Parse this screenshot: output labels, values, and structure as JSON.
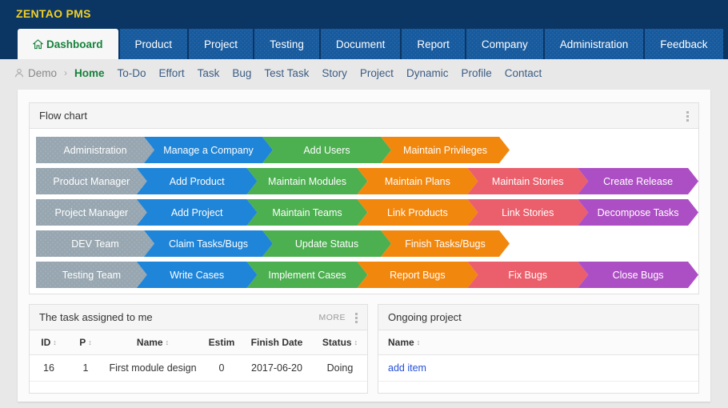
{
  "app": {
    "brand": "ZENTAO PMS",
    "accent_navy": "#0b3563",
    "accent_yellow": "#f2d024",
    "tab_blue": "#175a9e",
    "active_green": "#17823b"
  },
  "tabs": [
    {
      "label": "Dashboard",
      "active": true,
      "icon": "home-icon"
    },
    {
      "label": "Product",
      "active": false
    },
    {
      "label": "Project",
      "active": false
    },
    {
      "label": "Testing",
      "active": false
    },
    {
      "label": "Document",
      "active": false
    },
    {
      "label": "Report",
      "active": false
    },
    {
      "label": "Company",
      "active": false
    },
    {
      "label": "Administration",
      "active": false
    },
    {
      "label": "Feedback",
      "active": false
    }
  ],
  "breadcrumb": {
    "user": "Demo",
    "separator": "›",
    "links": [
      {
        "label": "Home",
        "current": true
      },
      {
        "label": "To-Do",
        "current": false
      },
      {
        "label": "Effort",
        "current": false
      },
      {
        "label": "Task",
        "current": false
      },
      {
        "label": "Bug",
        "current": false
      },
      {
        "label": "Test Task",
        "current": false
      },
      {
        "label": "Story",
        "current": false
      },
      {
        "label": "Project",
        "current": false
      },
      {
        "label": "Dynamic",
        "current": false
      },
      {
        "label": "Profile",
        "current": false
      },
      {
        "label": "Contact",
        "current": false
      }
    ]
  },
  "flow_chart": {
    "title": "Flow chart",
    "colors": {
      "gray": "#97a6b0",
      "blue": "#1f85d8",
      "green": "#4caf50",
      "orange": "#f2870d",
      "red": "#ea5f6b",
      "purple": "#ad4fc4"
    },
    "rows": [
      {
        "role": "Administration",
        "steps": [
          {
            "label": "Administration",
            "color": "gray",
            "width": 148
          },
          {
            "label": "Manage a Company",
            "color": "blue",
            "width": 148
          },
          {
            "label": "Add Users",
            "color": "green",
            "width": 148
          },
          {
            "label": "Maintain Privileges",
            "color": "orange",
            "width": 148
          }
        ]
      },
      {
        "role": "Product Manager",
        "steps": [
          {
            "label": "Product Manager",
            "color": "gray",
            "width": 148
          },
          {
            "label": "Add Product",
            "color": "blue",
            "width": 148
          },
          {
            "label": "Maintain Modules",
            "color": "green",
            "width": 148
          },
          {
            "label": "Maintain Plans",
            "color": "orange",
            "width": 148
          },
          {
            "label": "Maintain Stories",
            "color": "red",
            "width": 148
          },
          {
            "label": "Create Release",
            "color": "purple",
            "width": 148
          }
        ]
      },
      {
        "role": "Project Manager",
        "steps": [
          {
            "label": "Project Manager",
            "color": "gray",
            "width": 148
          },
          {
            "label": "Add Project",
            "color": "blue",
            "width": 148
          },
          {
            "label": "Maintain Teams",
            "color": "green",
            "width": 148
          },
          {
            "label": "Link Products",
            "color": "orange",
            "width": 148
          },
          {
            "label": "Link Stories",
            "color": "red",
            "width": 148
          },
          {
            "label": "Decompose Tasks",
            "color": "purple",
            "width": 148
          }
        ]
      },
      {
        "role": "DEV Team",
        "steps": [
          {
            "label": "DEV Team",
            "color": "gray",
            "width": 148
          },
          {
            "label": "Claim Tasks/Bugs",
            "color": "blue",
            "width": 148
          },
          {
            "label": "Update Status",
            "color": "green",
            "width": 148
          },
          {
            "label": "Finish Tasks/Bugs",
            "color": "orange",
            "width": 148
          }
        ]
      },
      {
        "role": "Testing Team",
        "steps": [
          {
            "label": "Testing Team",
            "color": "gray",
            "width": 148
          },
          {
            "label": "Write Cases",
            "color": "blue",
            "width": 148
          },
          {
            "label": "Implement Cases",
            "color": "green",
            "width": 148
          },
          {
            "label": "Report Bugs",
            "color": "orange",
            "width": 148
          },
          {
            "label": "Fix Bugs",
            "color": "red",
            "width": 148
          },
          {
            "label": "Close Bugs",
            "color": "purple",
            "width": 148
          }
        ]
      }
    ]
  },
  "task_panel": {
    "title": "The task assigned to me",
    "more_label": "MORE",
    "columns": [
      "ID",
      "P",
      "Name",
      "Estim",
      "Finish Date",
      "Status"
    ],
    "rows": [
      {
        "id": "16",
        "p": "1",
        "name": "First module design",
        "estim": "0",
        "finish_date": "2017-06-20",
        "status": "Doing"
      }
    ]
  },
  "project_panel": {
    "title": "Ongoing project",
    "columns": [
      "Name"
    ],
    "add_link": "add item"
  }
}
